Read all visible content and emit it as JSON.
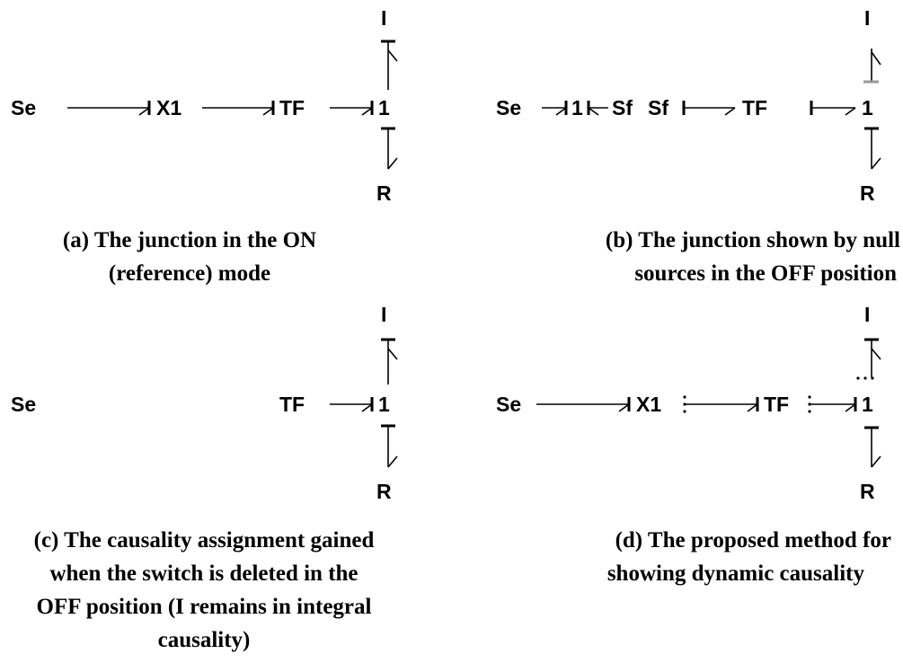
{
  "panel_a": {
    "nodes": {
      "se": "Se",
      "x1": "X1",
      "tf": "TF",
      "one": "1",
      "i": "I",
      "r": "R"
    },
    "caption": [
      "(a) The junction in the ON",
      "(reference) mode"
    ]
  },
  "panel_b": {
    "nodes": {
      "se": "Se",
      "one_left": "1",
      "sf_left": "Sf",
      "sf_right": "Sf",
      "tf": "TF",
      "one": "1",
      "i": "I",
      "r": "R"
    },
    "caption": [
      "(b) The junction shown by null",
      "sources in the OFF position"
    ]
  },
  "panel_c": {
    "nodes": {
      "se": "Se",
      "tf": "TF",
      "one": "1",
      "i": "I",
      "r": "R"
    },
    "caption": [
      "(c) The causality assignment gained",
      "when the switch is deleted in the",
      "OFF position (I remains in integral",
      "causality)"
    ]
  },
  "panel_d": {
    "nodes": {
      "se": "Se",
      "x1": "X1",
      "tf": "TF",
      "one": "1",
      "i": "I",
      "r": "R"
    },
    "caption": [
      "(d) The proposed method for",
      "showing dynamic causality"
    ]
  }
}
